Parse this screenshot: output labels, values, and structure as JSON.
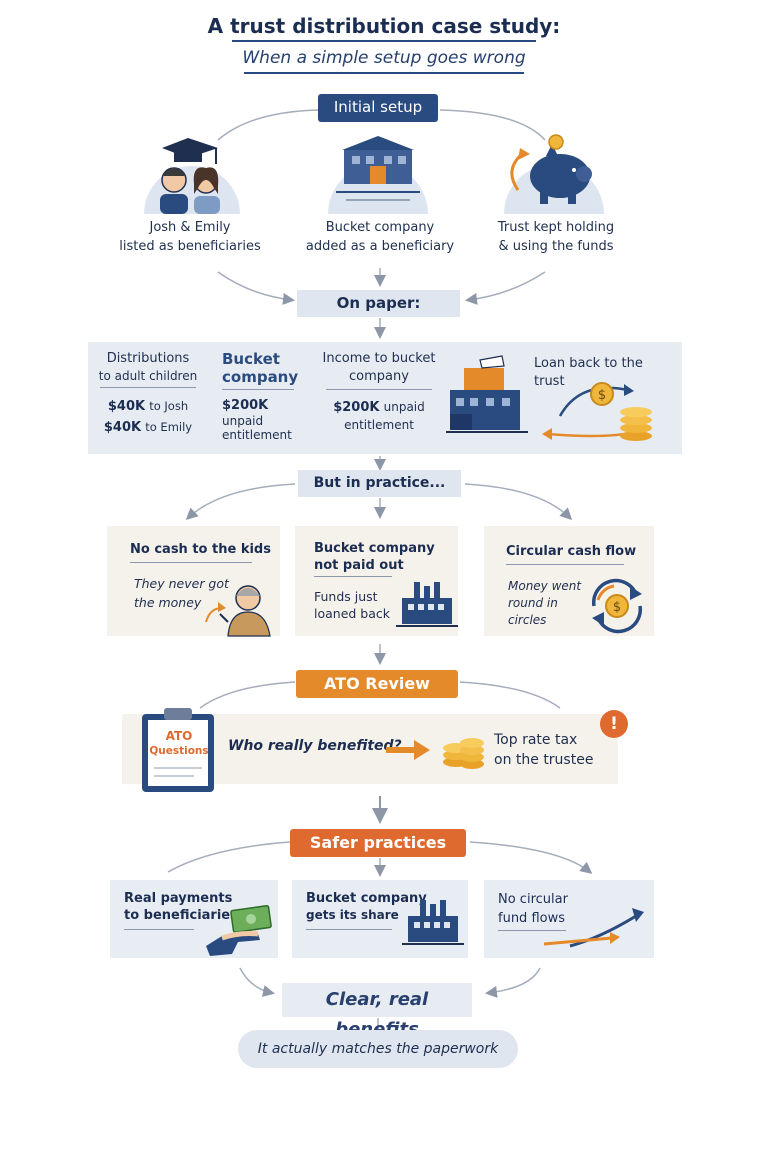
{
  "title": "A trust distribution case study:",
  "subtitle": "When a simple setup goes wrong",
  "initial_setup": {
    "label": "Initial setup",
    "items": [
      {
        "line1": "Josh & Emily",
        "line2": "listed as beneficiaries"
      },
      {
        "line1": "Bucket company",
        "line2": "added as a beneficiary"
      },
      {
        "line1": "Trust kept holding",
        "line2": "& using the funds"
      }
    ]
  },
  "on_paper": {
    "label": "On paper:",
    "col1": {
      "line1": "Distributions",
      "line2": "to adult children",
      "amt1": "$40K",
      "amt1_to": "to Josh",
      "amt2": "$40K",
      "amt2_to": "to Emily"
    },
    "col2": {
      "line1": "Bucket",
      "line2": "company",
      "amount": "$200K",
      "note1": "unpaid",
      "note2": "entitlement"
    },
    "col3": {
      "line1": "Income to bucket",
      "line2": "company",
      "amount": "$200K",
      "note_inline": "unpaid",
      "note2": "entitlement"
    },
    "col4": {
      "line1": "Loan back to the trust",
      "coin_symbol": "$"
    }
  },
  "in_practice": {
    "label": "But in practice...",
    "cards": [
      {
        "title": "No cash to the kids",
        "body1": "They never got",
        "body2": "the money"
      },
      {
        "title1": "Bucket company",
        "title2": "not paid out",
        "body1": "Funds just",
        "body2": "loaned back"
      },
      {
        "title": "Circular cash flow",
        "body1": "Money went",
        "body2": "round in",
        "body3": "circles",
        "coin_symbol": "$"
      }
    ]
  },
  "ato_review": {
    "label": "ATO Review",
    "clipboard1": "ATO",
    "clipboard2": "Questions",
    "question": "Who really benefited?",
    "result1": "Top rate tax",
    "result2": "on the trustee",
    "alert": "!"
  },
  "safer_practices": {
    "label": "Safer practices",
    "cards": [
      {
        "line1": "Real payments",
        "line2": "to beneficiaries"
      },
      {
        "line1": "Bucket company",
        "line2": "gets its share"
      },
      {
        "line1": "No circular",
        "line2": "fund flows"
      }
    ]
  },
  "outcome": {
    "label": "Clear, real benefits",
    "note": "It actually matches the paperwork"
  },
  "colors": {
    "navy": "#2a4b80",
    "orange": "#e58a2b",
    "red_orange": "#de6a2f",
    "light_band": "#e7ecf3",
    "beige": "#f5f1eb"
  }
}
